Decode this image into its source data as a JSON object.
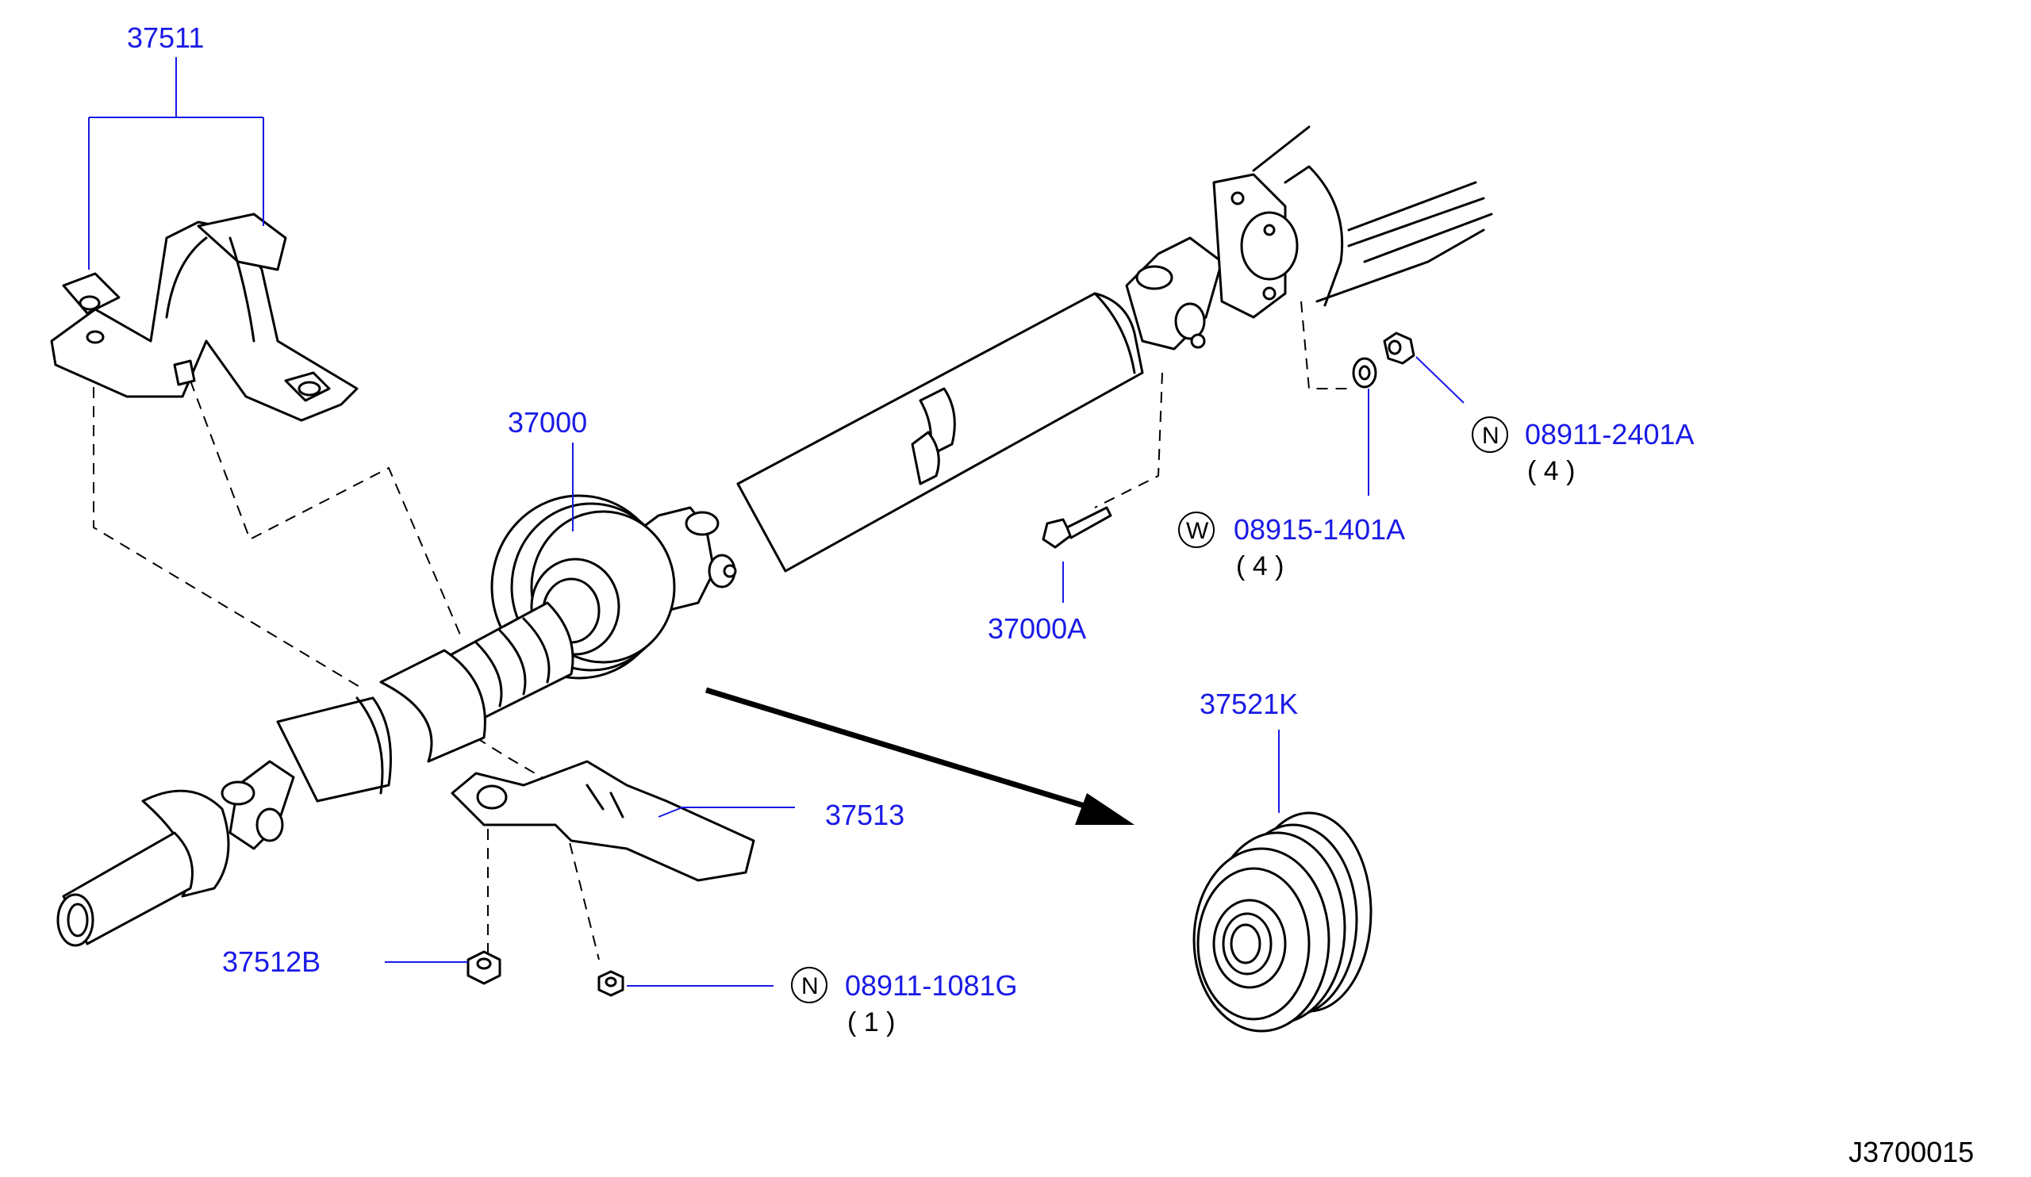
{
  "colors": {
    "label": "#1a1ae6",
    "ink": "#000000",
    "background": "#ffffff"
  },
  "labels": {
    "p37511": "37511",
    "p37000": "37000",
    "p37000A": "37000A",
    "p37513": "37513",
    "p37512B": "37512B",
    "p37521K": "37521K",
    "nut_2401": "08911-2401A",
    "nut_2401_qty": "( 4 )",
    "washer_1401": "08915-1401A",
    "washer_1401_qty": "( 4 )",
    "nut_1081": "08911-1081G",
    "nut_1081_qty": "( 1 )",
    "badge_n": "N",
    "badge_w": "W",
    "diagram_code": "J3700015"
  }
}
